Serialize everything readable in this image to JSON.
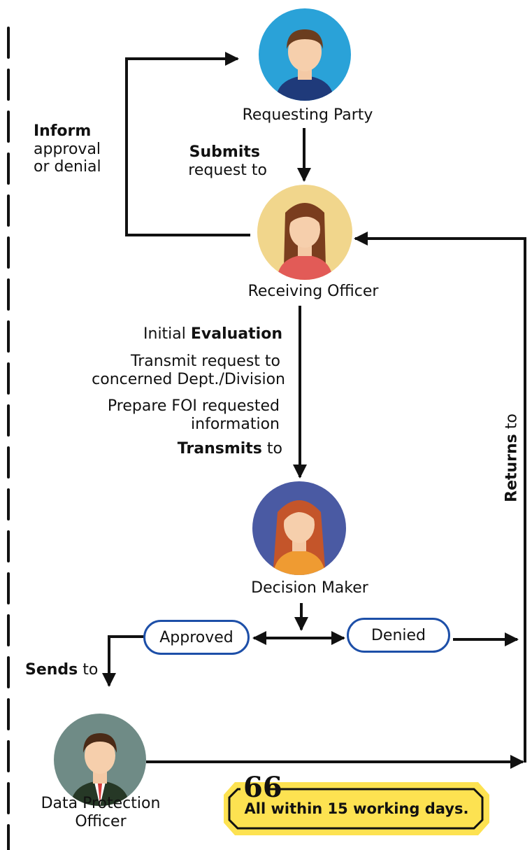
{
  "nodes": {
    "requesting_party": "Requesting Party",
    "receiving_officer": "Receiving Officer",
    "decision_maker": "Decision Maker",
    "dpo_line1": "Data Protection",
    "dpo_line2": "Officer"
  },
  "labels": {
    "inform_bold": "Inform",
    "inform_line2": "approval",
    "inform_line3": "or denial",
    "submits_bold": "Submits",
    "submits_line2": "request to",
    "initial": "Initial ",
    "evaluation_bold": "Evaluation",
    "transmit_line1": "Transmit request to",
    "transmit_line2": "concerned Dept./Division",
    "prepare_line1": "Prepare FOI requested",
    "prepare_line2": "information",
    "transmits_bold": "Transmits",
    "transmits_to": " to",
    "returns_bold": "Returns",
    "returns_to": " to",
    "sends_bold": "Sends",
    "sends_to": " to"
  },
  "outcomes": {
    "approved": "Approved",
    "denied": "Denied"
  },
  "note": {
    "text": "All within 15 working days.",
    "quote_mark": "66"
  },
  "colors": {
    "accent_blue": "#1d4fa8",
    "note_yellow": "#fde251"
  }
}
